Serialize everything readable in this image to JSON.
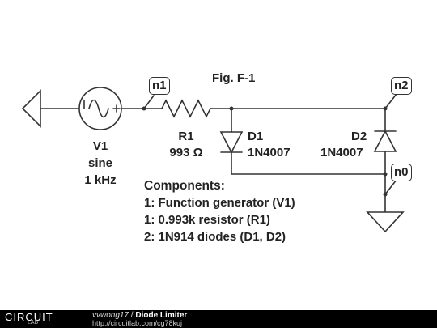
{
  "figure": {
    "title": "Fig. F-1"
  },
  "components": {
    "v1": {
      "name": "V1",
      "type": "sine",
      "freq": "1 kHz"
    },
    "r1": {
      "name": "R1",
      "value": "993 Ω"
    },
    "d1": {
      "name": "D1",
      "part": "1N4007"
    },
    "d2": {
      "name": "D2",
      "part": "1N4007"
    }
  },
  "nodes": {
    "n0": "n0",
    "n1": "n1",
    "n2": "n2"
  },
  "notes": {
    "heading": "Components:",
    "lines": [
      "1: Function generator (V1)",
      "1: 0.993k resistor (R1)",
      "2: 1N914 diodes (D1, D2)"
    ]
  },
  "footer": {
    "logo": "CIRCUIT",
    "logo_sub": "LAB",
    "author": "vvwong17",
    "separator": " / ",
    "title": "Diode Limiter",
    "url": "http://circuitlab.com/cg78kuj"
  }
}
